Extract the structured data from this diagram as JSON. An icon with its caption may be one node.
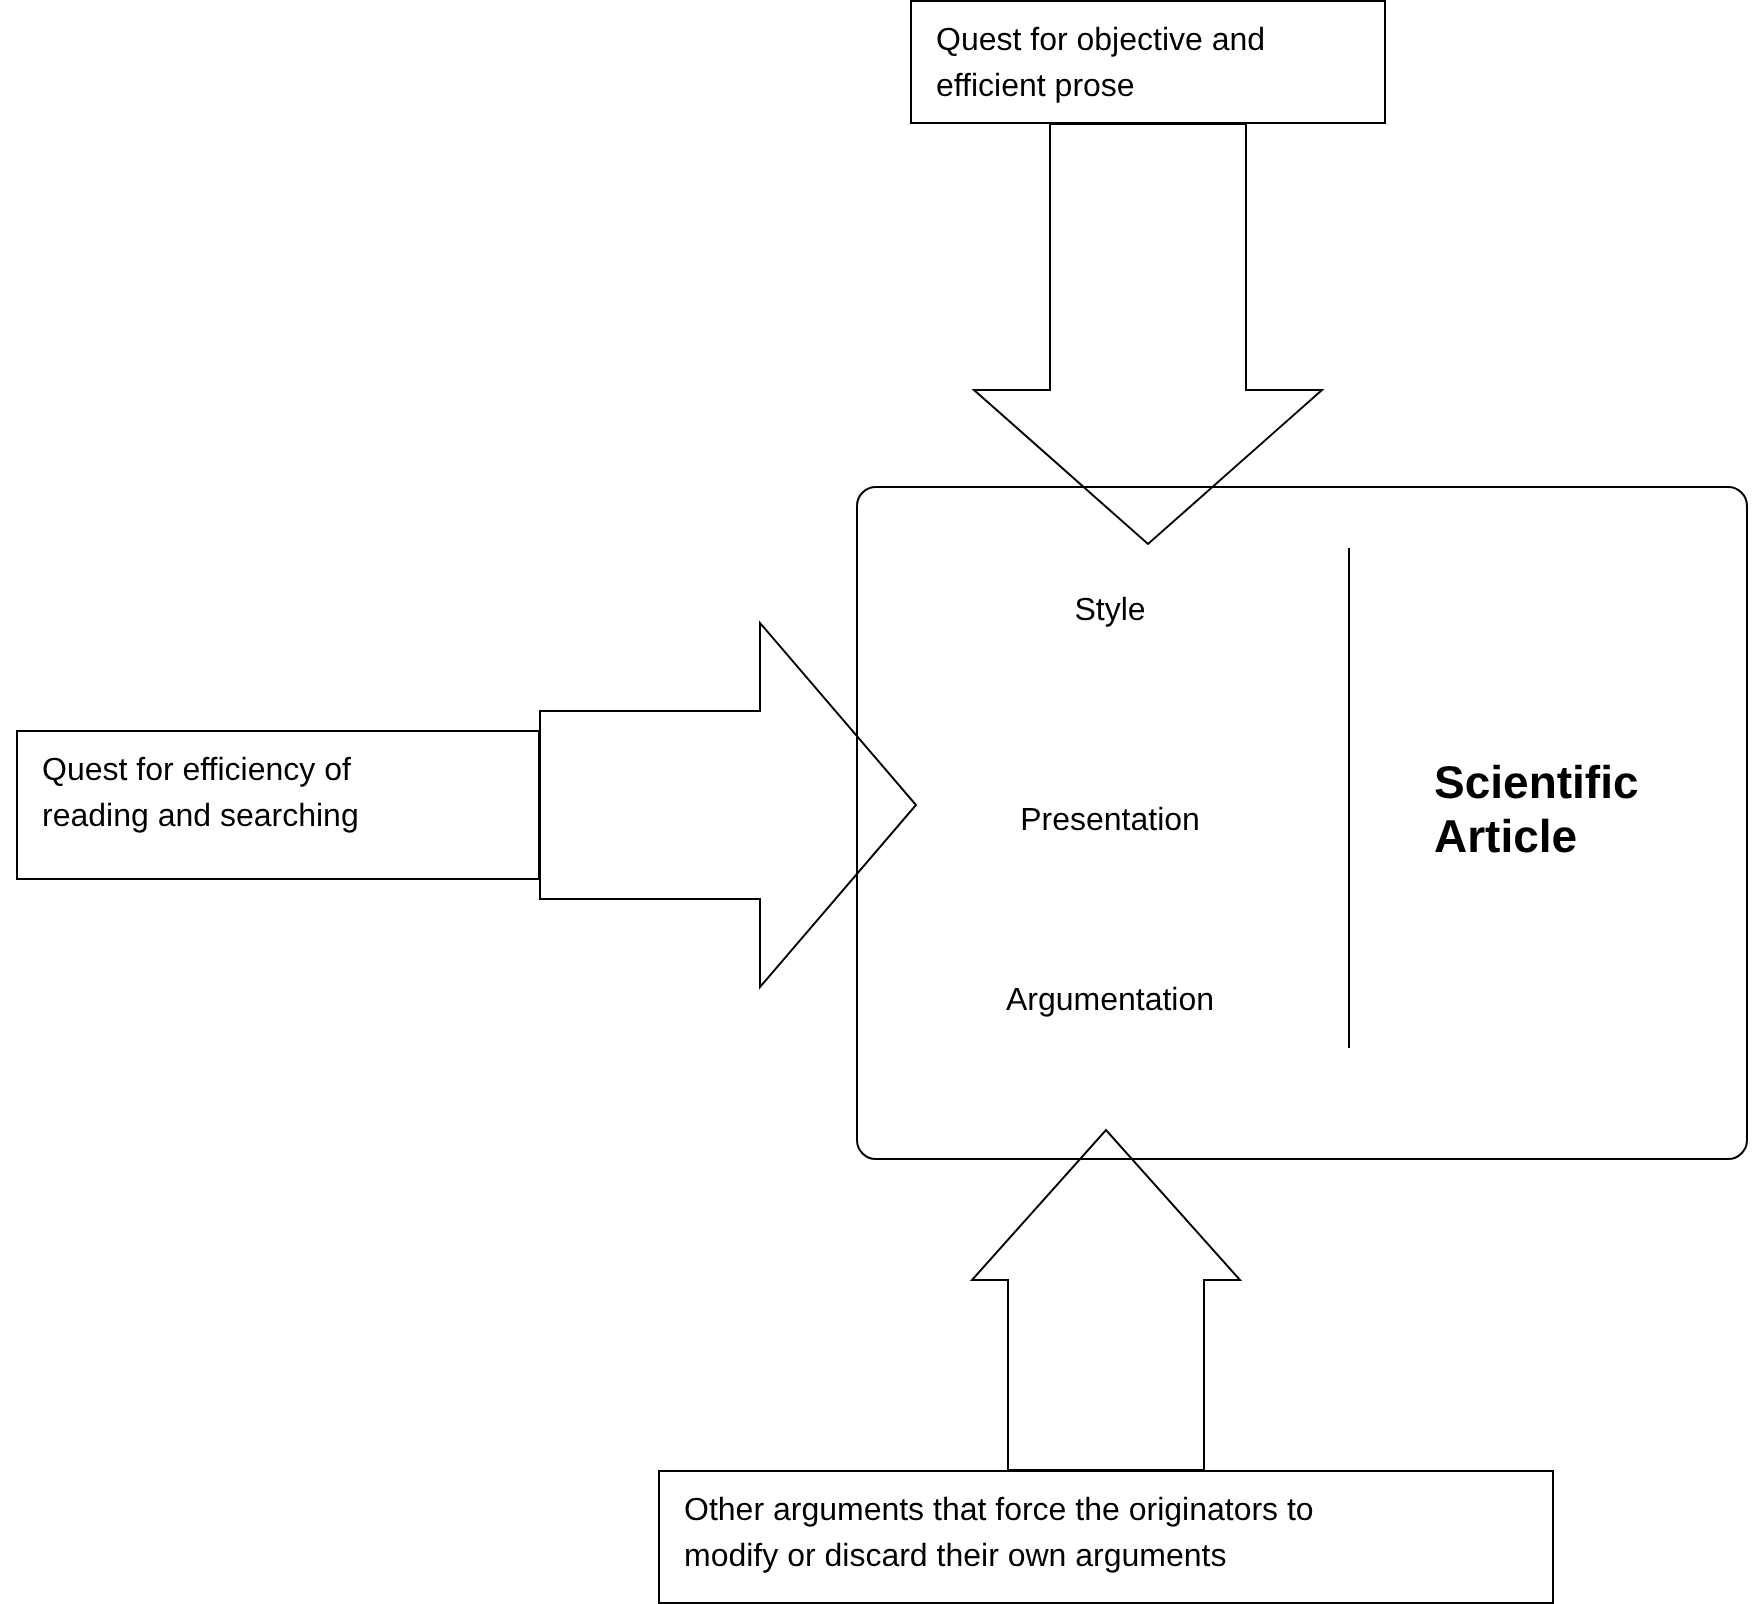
{
  "diagram": {
    "nodes": [
      {
        "text": [
          "Quest for objective and efficient prose"
        ]
      },
      {
        "text": [
          "Quest for efficiency of reading and searching"
        ]
      },
      {
        "text": [
          "Style",
          "Presentation",
          "Argumentation",
          "Scientific Article"
        ]
      },
      {
        "text": [
          "Other arguments that force the originators to modify or discard their own arguments"
        ]
      }
    ],
    "edges": [
      {
        "from": 0,
        "to": 2,
        "arrow": "to",
        "style": "thick"
      },
      {
        "from": 1,
        "to": 2,
        "arrow": "to",
        "style": "thick"
      },
      {
        "from": 3,
        "to": 2,
        "arrow": "to",
        "style": "thick"
      }
    ]
  }
}
